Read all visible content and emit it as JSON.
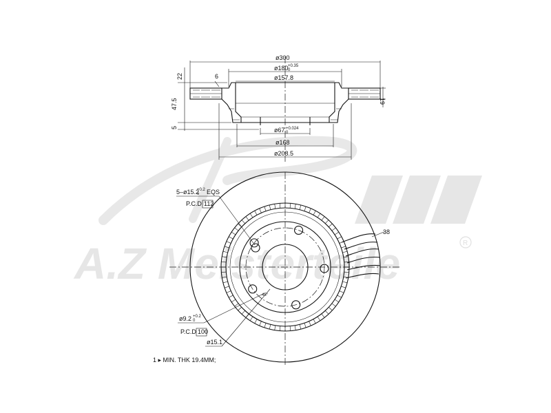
{
  "watermark": {
    "brand_text": "A.Z Meisterteile",
    "registered_mark": "R",
    "color": "#e6e6e6"
  },
  "section_view": {
    "dims": {
      "overall_diameter": "ø300",
      "hat_diameter": "ø180",
      "hat_diameter_tol": "+0.35",
      "hat_diameter_tol_lower": "0",
      "inner_diameter": "ø157.8",
      "center_bore": "ø67",
      "center_bore_tol": "+0.024",
      "center_bore_tol_lower": "0",
      "ring_diameter": "ø168",
      "outer_hat_diameter": "ø208.5",
      "thickness_22": "22",
      "offset_6": "6",
      "height_47_5": "47.5",
      "flange_5": "5",
      "disc_19": "19"
    }
  },
  "front_view": {
    "holes_spec": "5–ø15.2",
    "holes_tol_upper": "+0.2",
    "holes_tol_lower": "0",
    "holes_suffix": "EQS",
    "pcd_label_1": "P.C.D",
    "pcd_value_1": "112",
    "small_hole": "ø9.2",
    "small_hole_tol_upper": "+0.2",
    "small_hole_tol_lower": "0",
    "pcd_label_2": "P.C.D",
    "pcd_value_2": "100",
    "pin_hole": "ø15.1",
    "vane_count": "38",
    "chamfer_note": "45°"
  },
  "notes": {
    "min_thickness": "1 ▸ MIN. THK 19.4MM;"
  }
}
